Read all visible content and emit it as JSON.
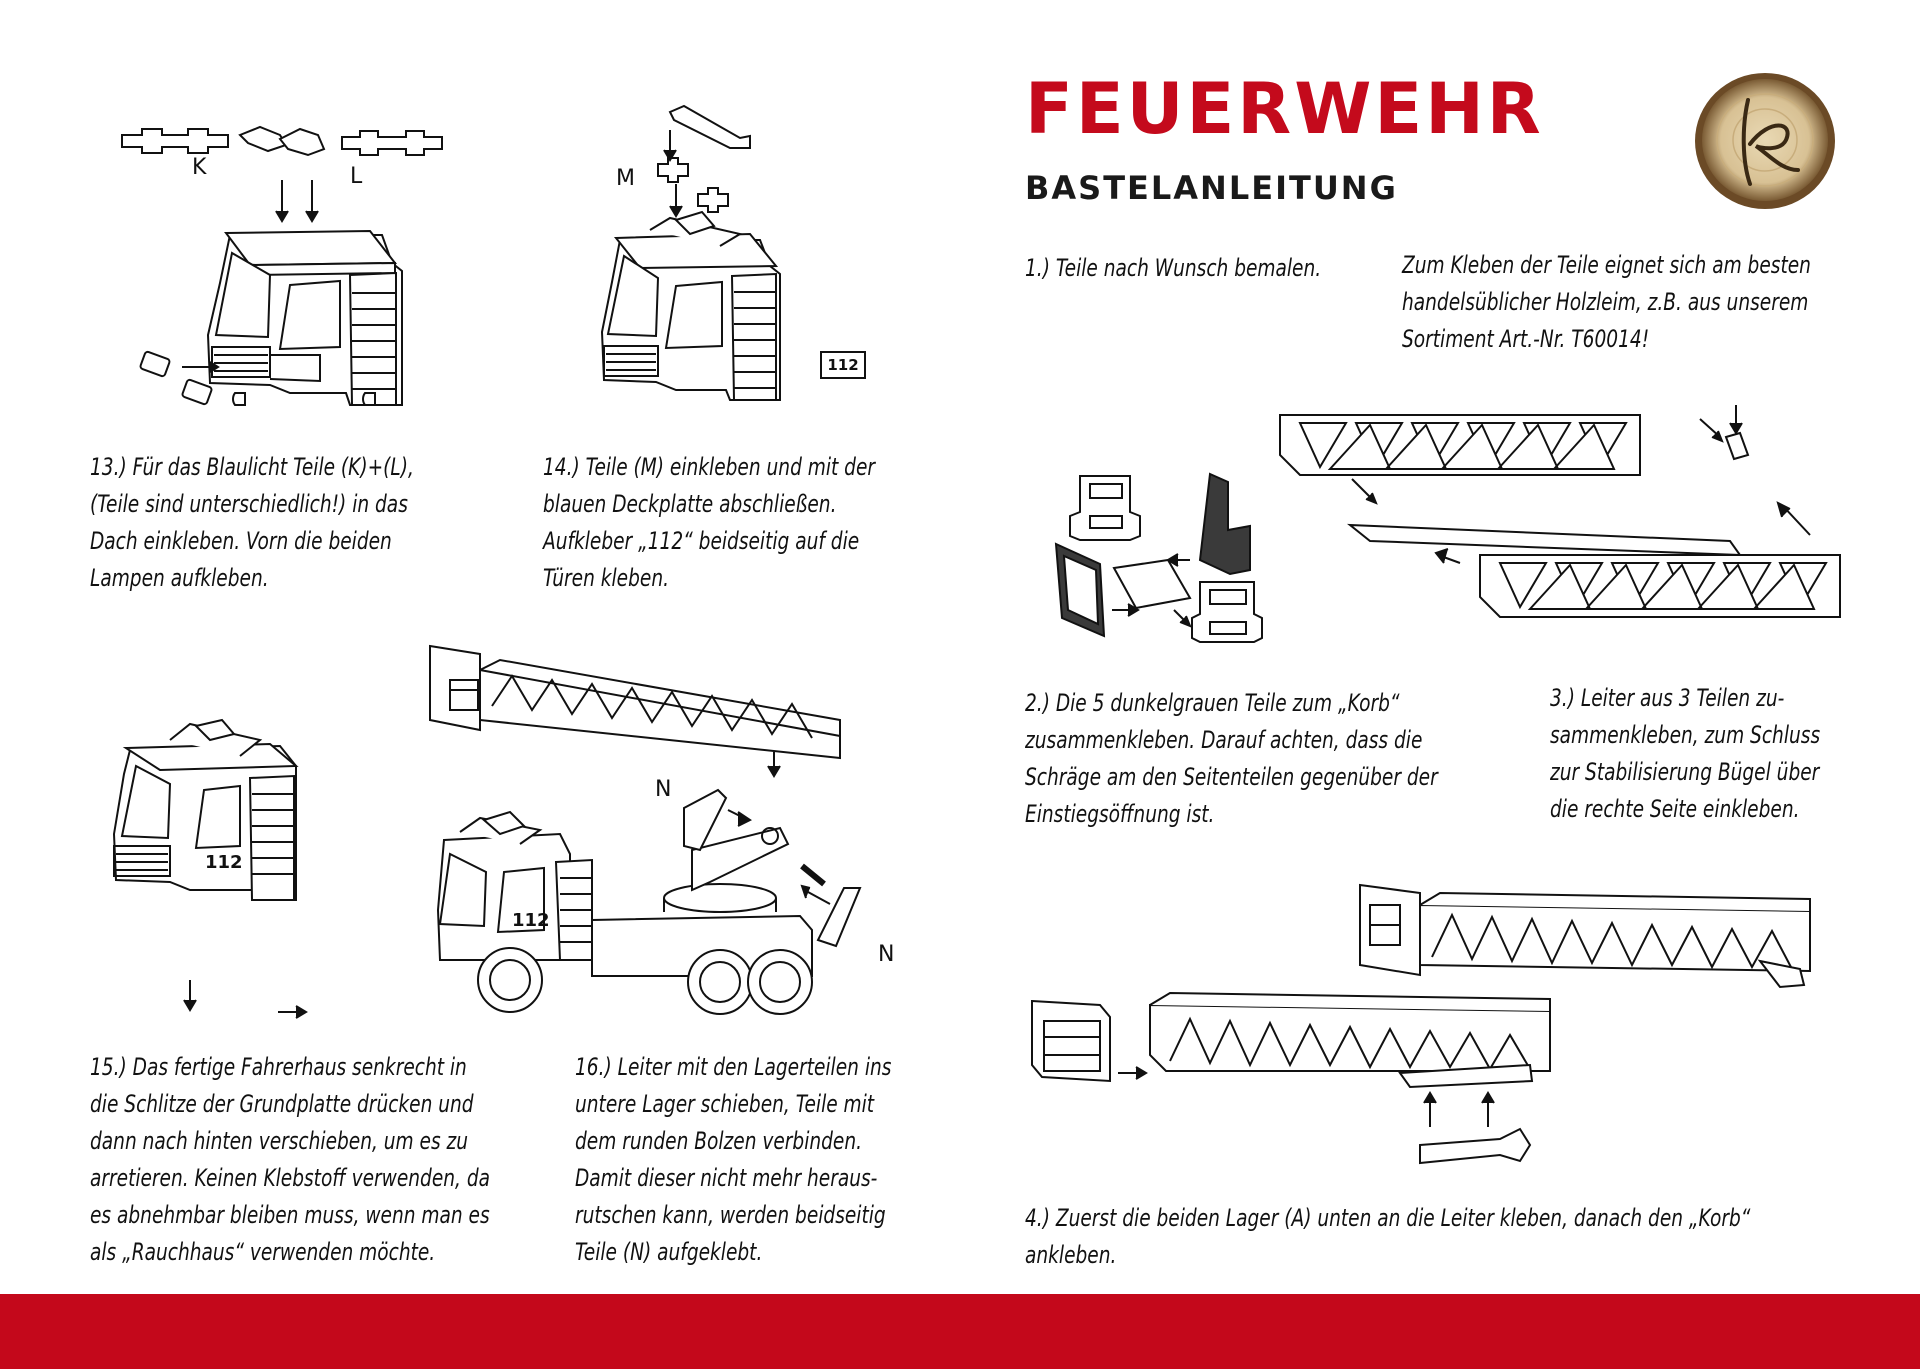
{
  "header": {
    "title": "FEUERWEHR",
    "subtitle": "BASTELANLEITUNG"
  },
  "intro": {
    "step1": [
      "1.) Teile nach Wunsch bemalen."
    ],
    "glue_note": [
      "Zum Kleben der Teile eignet sich am besten",
      "handelsüblicher Holzleim, z.B. aus unserem",
      "Sortiment Art.-Nr. T60014!"
    ]
  },
  "steps": {
    "s2": [
      "2.) Die 5 dunkelgrauen Teile zum „Korb“",
      "zusammenkleben. Darauf achten, dass die",
      "Schräge am den Seitenteilen gegenüber der",
      "Einstiegsöffnung ist."
    ],
    "s3": [
      "3.) Leiter aus 3 Teilen zu-",
      "sammenkleben, zum Schluss",
      "zur Stabilisierung Bügel über",
      "die rechte Seite einkleben."
    ],
    "s4": [
      "4.) Zuerst die beiden Lager (A) unten an die Leiter kleben, danach den „Korb“",
      "ankleben."
    ],
    "s13": [
      "13.) Für das Blaulicht Teile (K)+(L),",
      "(Teile sind unterschiedlich!) in das",
      "Dach einkleben. Vorn die beiden",
      "Lampen aufkleben."
    ],
    "s14": [
      "14.) Teile (M) einkleben und mit der",
      "blauen Deckplatte abschließen.",
      "Aufkleber „112“ beidseitig auf die",
      "Türen kleben."
    ],
    "s15": [
      "15.) Das fertige Fahrerhaus senkrecht in",
      "die Schlitze der Grundplatte drücken und",
      "dann nach hinten verschieben, um es zu",
      "arretieren. Keinen Klebstoff verwenden, da",
      "es abnehmbar bleiben muss, wenn man es",
      "als „Rauchhaus“ verwenden möchte."
    ],
    "s16": [
      "16.) Leiter mit den Lagerteilen ins",
      "untere Lager schieben, Teile mit",
      "dem runden Bolzen verbinden.",
      "Damit dieser nicht mehr heraus-",
      "rutschen kann, werden beidseitig",
      "Teile (N) aufgeklebt."
    ]
  },
  "labels": {
    "k": "K",
    "l": "L",
    "m": "M",
    "n1": "N",
    "n2": "N",
    "badge_112": "112",
    "door_112_a": "112",
    "door_112_b": "112"
  },
  "colors": {
    "brand_red": "#c40a1c",
    "footer_red": "#c4081b",
    "ink": "#111111"
  },
  "icons": {
    "logo": "wood-slice-logo"
  }
}
